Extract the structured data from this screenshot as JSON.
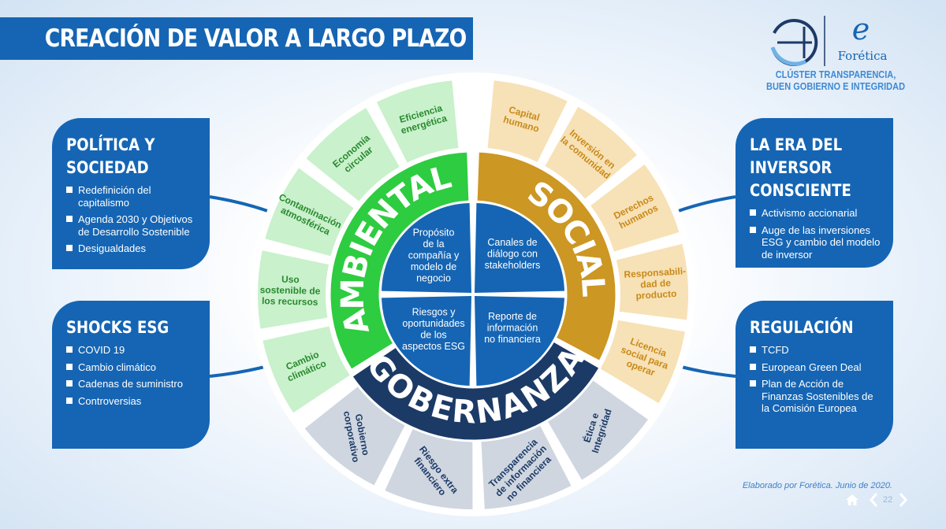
{
  "title": "CREACIÓN DE VALOR A LARGO PLAZO",
  "logo": {
    "brand": "Forética",
    "cluster_line1": "CLÚSTER TRANSPARENCIA,",
    "cluster_line2": "BUEN GOBIERNO E INTEGRIDAD"
  },
  "panels": {
    "politica": {
      "title_line1": "POLÍTICA Y",
      "title_line2": "SOCIEDAD",
      "items": [
        "Redefinición del capitalismo",
        "Agenda 2030 y Objetivos de Desarrollo Sostenible",
        "Desigualdades"
      ]
    },
    "shocks": {
      "title_line1": "SHOCKS ESG",
      "items": [
        "COVID 19",
        "Cambio climático",
        "Cadenas de suministro",
        "Controversias"
      ]
    },
    "inversor": {
      "title_line1": "LA ERA DEL",
      "title_line2": "INVERSOR",
      "title_line3": "CONSCIENTE",
      "items": [
        "Activismo accionarial",
        "Auge de las inversiones ESG y cambio del modelo de inversor"
      ]
    },
    "regulacion": {
      "title_line1": "REGULACIÓN",
      "items": [
        "TCFD",
        "European Green Deal",
        "Plan de Acción de Finanzas Sostenibles de la Comisión Europea"
      ]
    }
  },
  "pillars": {
    "ambiental": "AMBIENTAL",
    "social": "SOCIAL",
    "gobernanza": "GOBERNANZA"
  },
  "quadrants": {
    "tl": [
      "Propósito",
      "de la",
      "compañía y",
      "modelo de",
      "negocio"
    ],
    "tr": [
      "Canales de",
      "diálogo con",
      "stakeholders"
    ],
    "bl": [
      "Riesgos y",
      "oportunidades",
      "de los",
      "aspectos ESG"
    ],
    "br": [
      "Reporte de",
      "información",
      "no financiera"
    ]
  },
  "outer_segments": {
    "ambiental": [
      [
        "Cambio",
        "climático"
      ],
      [
        "Uso",
        "sostenible de",
        "los recursos"
      ],
      [
        "Contaminación",
        "atmosférica"
      ],
      [
        "Economía",
        "circular"
      ],
      [
        "Eficiencia",
        "energética"
      ]
    ],
    "social": [
      [
        "Capital",
        "humano"
      ],
      [
        "Inversión en",
        "la comunidad"
      ],
      [
        "Derechos",
        "humanos"
      ],
      [
        "Responsabili-",
        "dad de",
        "producto"
      ],
      [
        "Licencia",
        "social para",
        "operar"
      ]
    ],
    "gobernanza": [
      [
        "Ética e",
        "Integridad"
      ],
      [
        "Transparencia",
        "de información",
        "no financiera"
      ],
      [
        "Riesgo extra",
        "financiero"
      ],
      [
        "Gobierno",
        "corporativo"
      ]
    ]
  },
  "footer": {
    "note": "Elaborado por Forética. Junio de 2020.",
    "page": "22"
  },
  "colors": {
    "blue": "#1565b4",
    "dark_blue": "#1c3a66",
    "green": "#2ecc40",
    "light_green": "#c9f1cc",
    "gold": "#cc9722",
    "light_gold": "#f7e1b6",
    "grey": "#cfd6e0",
    "quadrant": "#1565b4"
  }
}
